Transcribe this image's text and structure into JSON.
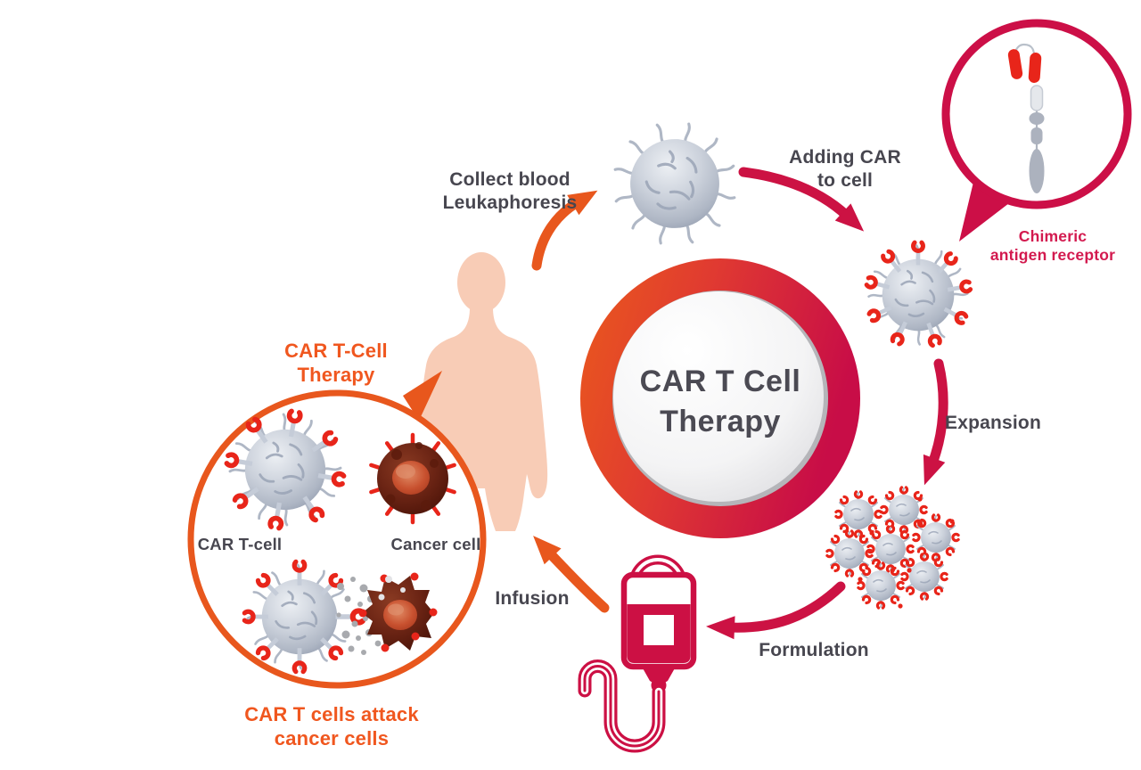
{
  "title": "CAR T Cell Therapy cycle diagram",
  "center_badge": {
    "line1": "CAR T Cell",
    "line2": "Therapy"
  },
  "labels": {
    "collect": {
      "line1": "Collect blood",
      "line2": "Leukaphoresis"
    },
    "adding_car": {
      "line1": "Adding CAR",
      "line2": "to cell"
    },
    "expansion": {
      "text": "Expansion"
    },
    "formulation": {
      "text": "Formulation"
    },
    "infusion": {
      "text": "Infusion"
    },
    "chimeric": {
      "line1": "Chimeric",
      "line2": "antigen receptor"
    },
    "car_t_therapy": {
      "line1": "CAR T-Cell",
      "line2": "Therapy"
    },
    "attack": {
      "line1": "CAR T cells attack",
      "line2": "cancer cells"
    },
    "car_t_cell": {
      "text": "CAR T-cell"
    },
    "cancer_cell": {
      "text": "Cancer cell"
    }
  },
  "colors": {
    "orange": "#E8571D",
    "orange_text": "#F0571F",
    "crimson": "#CC1044",
    "crimson_text": "#D31A4F",
    "receptor_red": "#E8251A",
    "skin": "#F8CCB6",
    "cell_gray": "#C9CFD9",
    "cancer_brown": "#6B2414",
    "text_dark": "#47464F"
  },
  "icons": [
    "body-silhouette-icon",
    "t-cell-icon",
    "car-t-cell-icon",
    "cell-cluster-icon",
    "iv-bag-icon",
    "magnifier-bubble-icon",
    "car-receptor-icon",
    "cancer-cell-icon",
    "curved-arrow-icon"
  ]
}
